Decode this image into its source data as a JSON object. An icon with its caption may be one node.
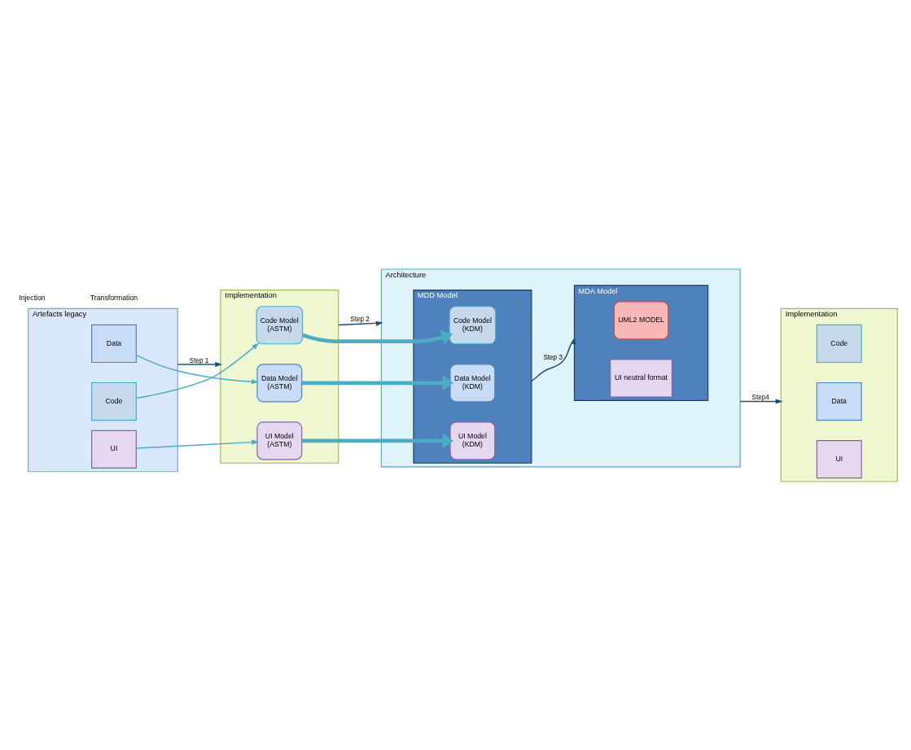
{
  "diagram": {
    "nodes": [
      {
        "text": [
          "Artefacts legacy"
        ]
      },
      {
        "text": [
          "UI"
        ],
        "in": 0
      },
      {
        "text": [
          "Data"
        ],
        "in": 0
      },
      {
        "text": [
          "Code"
        ],
        "in": 0
      },
      {
        "text": [
          "Implementation"
        ]
      },
      {
        "text": [
          "UI Model",
          "(ASTM)"
        ],
        "in": 4
      },
      {
        "text": [
          "Data Model",
          "(ASTM)"
        ],
        "in": 4
      },
      {
        "text": [
          "Code Model",
          "(ASTM)"
        ],
        "in": 4
      },
      {
        "text": [
          "Architecture"
        ]
      },
      {
        "text": [
          "MDD Model"
        ],
        "in": 8
      },
      {
        "text": [
          "UI Model",
          "(KDM)"
        ],
        "in": 9
      },
      {
        "text": [
          "Data Model",
          "(KDM)"
        ],
        "in": 9
      },
      {
        "text": [
          "Code Model",
          "(KDM)"
        ],
        "in": 9
      },
      {
        "text": [
          "MDA Model"
        ],
        "in": 8
      },
      {
        "text": [
          "UI neutral format"
        ],
        "in": 13
      },
      {
        "text": [
          "UML2 MODEL"
        ],
        "in": 13
      },
      {
        "text": [
          "Implementation"
        ]
      },
      {
        "text": [
          "UI"
        ],
        "in": 16
      },
      {
        "text": [
          "Data"
        ],
        "in": 16
      },
      {
        "text": [
          "Code"
        ],
        "in": 16
      }
    ],
    "edges": [
      {
        "from": 0,
        "to": 4,
        "arrow": "to",
        "label": "Step 1",
        "color": "#1f4e79"
      },
      {
        "from": 4,
        "to": 8,
        "arrow": "to",
        "label": "Step 2",
        "color": "#1f4e79"
      },
      {
        "from": 9,
        "to": 13,
        "arrow": "to",
        "label": "Step 3",
        "color": "#1f4e79"
      },
      {
        "from": 8,
        "to": 16,
        "arrow": "to",
        "label": "Step4",
        "color": "#1f4e79"
      },
      {
        "from": 1,
        "to": 5,
        "arrow": "to"
      },
      {
        "from": 2,
        "to": 6,
        "arrow": "to"
      },
      {
        "from": 3,
        "to": 7,
        "arrow": "to"
      },
      {
        "from": 5,
        "to": 10,
        "arrow": "to",
        "style": "thick"
      },
      {
        "from": 6,
        "to": 11,
        "arrow": "to",
        "style": "thick"
      },
      {
        "from": 7,
        "to": 12,
        "arrow": "to",
        "style": "thick"
      }
    ],
    "legend": [
      {
        "text": "Injection"
      },
      {
        "text": "Transformation"
      }
    ]
  }
}
